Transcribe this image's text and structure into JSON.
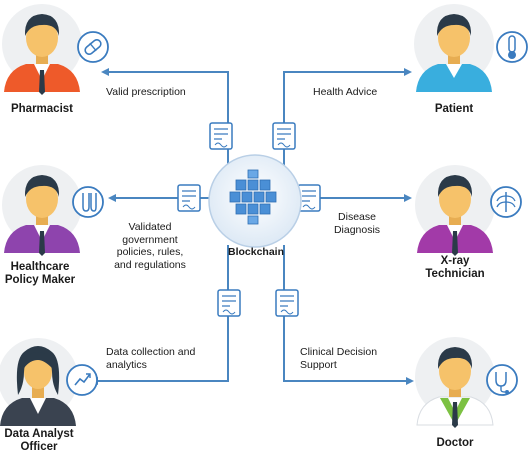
{
  "center": {
    "label": "Blockchain"
  },
  "actors": {
    "pharmacist": {
      "name": "Pharmacist",
      "icon": "pill-icon"
    },
    "patient": {
      "name": "Patient",
      "icon": "thermometer-icon"
    },
    "policy_maker": {
      "name_line1": "Healthcare",
      "name_line2": "Policy Maker",
      "icon": "flask-icon"
    },
    "xray": {
      "name_line1": "X-ray",
      "name_line2": "Technician",
      "icon": "ribcage-icon"
    },
    "analyst": {
      "name_line1": "Data Analyst",
      "name_line2": "Officer",
      "icon": "analytics-icon"
    },
    "doctor": {
      "name": "Doctor",
      "icon": "stethoscope-icon"
    }
  },
  "flows": {
    "pharmacist": {
      "line1": "Valid prescription"
    },
    "patient": {
      "line1": "Health Advice"
    },
    "policy_maker": {
      "line1": "Validated",
      "line2": "government",
      "line3": "policies, rules,",
      "line4": "and regulations"
    },
    "xray": {
      "line1": "Disease",
      "line2": "Diagnosis"
    },
    "analyst": {
      "line1": "Data collection and",
      "line2": "analytics"
    },
    "doctor": {
      "line1": "Clinical Decision",
      "line2": "Support"
    }
  },
  "colors": {
    "arrow": "#4a86c0",
    "icon_blue": "#3a7bbf",
    "skin": "#f6c26a",
    "hair": "#2b3a48",
    "shirt_pharmacist": "#ee5a2a",
    "shirt_patient": "#39aede",
    "shirt_policy": "#8e44ad",
    "shirt_xray": "#a23aa8",
    "shirt_analyst": "#3a4350",
    "shirt_doctor": "#7cc142",
    "avatar_bg": "#eef0f2"
  }
}
